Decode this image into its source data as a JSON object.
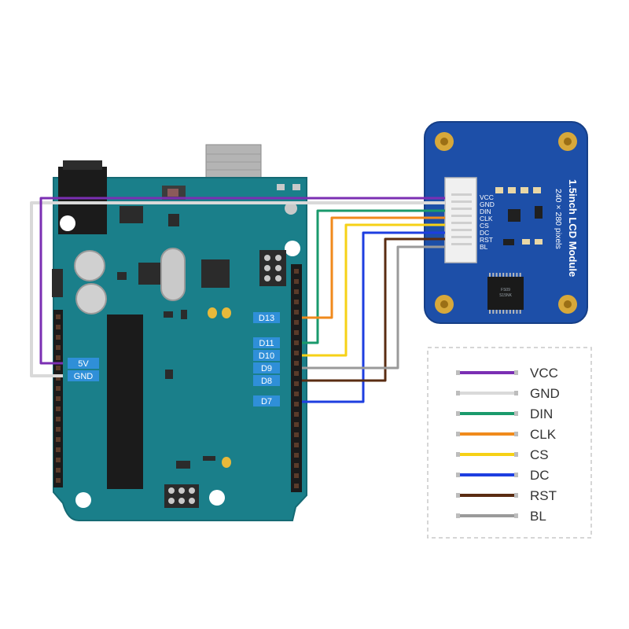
{
  "arduino": {
    "pins": {
      "v5": "5V",
      "gnd": "GND",
      "d13": "D13",
      "d11": "D11",
      "d10": "D10",
      "d9": "D9",
      "d8": "D8",
      "d7": "D7"
    }
  },
  "lcd_module": {
    "title": "1.5inch LCD Module",
    "subtitle": "240 × 280 pixels",
    "pins": [
      "VCC",
      "GND",
      "DIN",
      "CLK",
      "CS",
      "DC",
      "RST",
      "BL"
    ],
    "chip_text": "FS09\nS15NK",
    "colors": {
      "board": "#1d4fa8",
      "pad": "#d7a83a"
    }
  },
  "legend": {
    "items": [
      {
        "label": "VCC",
        "color": "#7b2fb3"
      },
      {
        "label": "GND",
        "color": "#d9d9d9"
      },
      {
        "label": "DIN",
        "color": "#1a9a6c"
      },
      {
        "label": "CLK",
        "color": "#f08a1c"
      },
      {
        "label": "CS",
        "color": "#f6d116"
      },
      {
        "label": "DC",
        "color": "#1d3ee0"
      },
      {
        "label": "RST",
        "color": "#5a2c12"
      },
      {
        "label": "BL",
        "color": "#9a9a9a"
      }
    ]
  },
  "colors": {
    "arduino_board": "#1a7f8a",
    "pin_label_bg": "#2f8fd8"
  }
}
